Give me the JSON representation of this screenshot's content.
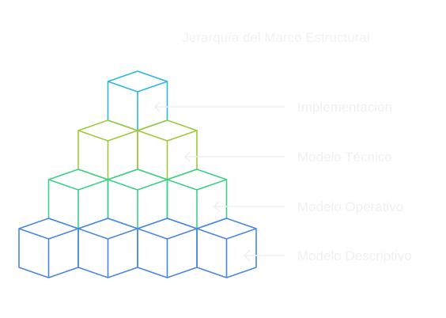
{
  "diagram": {
    "title": "Jerarquía del Marco Estructural",
    "levels": [
      {
        "label": "Implementación",
        "cubes": 1,
        "color": "#2bb7dc"
      },
      {
        "label": "Modelo Técnico",
        "cubes": 2,
        "color": "#9dc83a"
      },
      {
        "label": "Modelo Operativo",
        "cubes": 3,
        "color": "#3bd088"
      },
      {
        "label": "Modelo Descriptivo",
        "cubes": 4,
        "color": "#4a86e0"
      }
    ]
  }
}
